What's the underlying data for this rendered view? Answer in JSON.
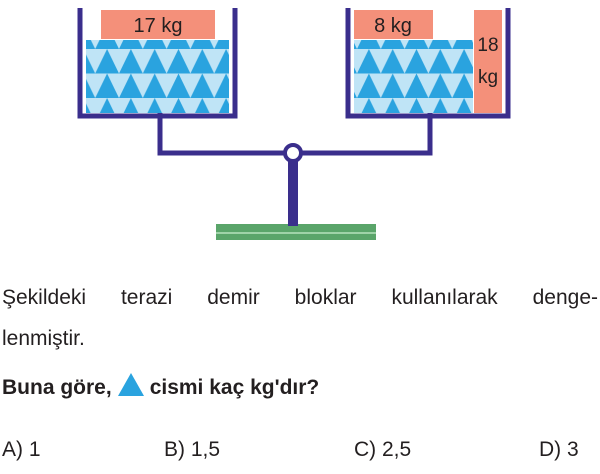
{
  "figure": {
    "left_pan": {
      "block_label": "17 kg"
    },
    "right_pan": {
      "block_label": "8 kg",
      "tall_block_line1": "18",
      "tall_block_line2": "kg"
    },
    "colors": {
      "container": "#3a2e8c",
      "block": "#f4907a",
      "triangle": "#2aa3df",
      "triangle_light": "#bfe4f6",
      "ground": "#5aa56a"
    },
    "pan_rows": 3,
    "left_pan_triangles_per_row": 6,
    "right_pan_triangles_per_row": 5
  },
  "text": {
    "paragraph_line1": "Şekildeki terazi demir bloklar kullanılarak denge-",
    "paragraph_line2": "lenmiştir.",
    "question_before": "Buna göre,",
    "question_after": "cismi kaç kg'dır?",
    "question_icon": "blue-triangle-icon"
  },
  "options": [
    {
      "label": "A) 1"
    },
    {
      "label": "B) 1,5"
    },
    {
      "label": "C) 2,5"
    },
    {
      "label": "D) 3"
    }
  ]
}
